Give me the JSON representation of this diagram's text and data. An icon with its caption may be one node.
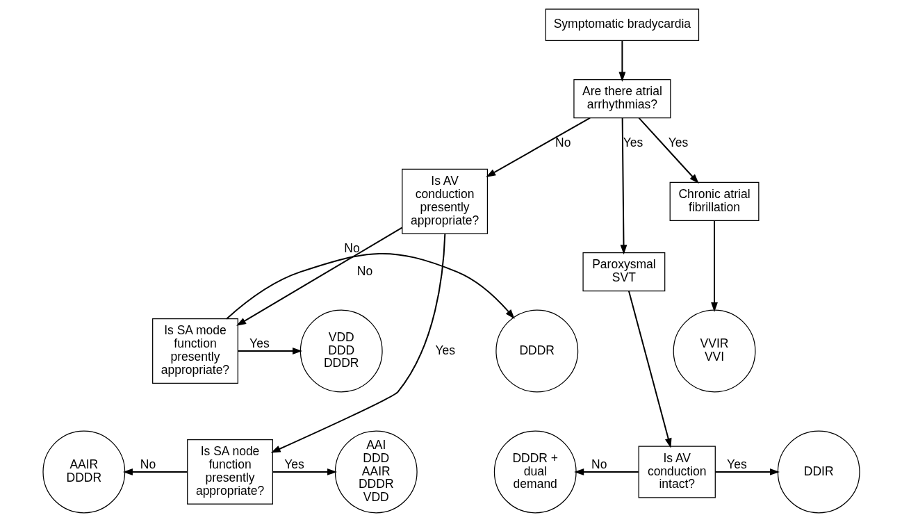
{
  "diagram": {
    "nodes": [
      {
        "text": [
          "Symptomatic bradycardia"
        ]
      },
      {
        "text": [
          "Are there atrial arrhythmias?"
        ]
      },
      {
        "text": [
          "Is AV conduction presently appropriate?"
        ]
      },
      {
        "text": [
          "Paroxysmal SVT"
        ]
      },
      {
        "text": [
          "Chronic atrial fibrillation"
        ]
      },
      {
        "text": [
          "Is SA mode function presently appropriate?"
        ]
      },
      {
        "text": [
          "DDDR"
        ]
      },
      {
        "text": [
          "VDD DDD DDDR"
        ]
      },
      {
        "text": [
          "VVIR VVI"
        ]
      },
      {
        "text": [
          "Is AV conduction intact?"
        ]
      },
      {
        "text": [
          "DDDR + dual demand"
        ]
      },
      {
        "text": [
          "DDIR"
        ]
      },
      {
        "text": [
          "Is SA node function presently appropriate?"
        ]
      },
      {
        "text": [
          "AAIR DDDR"
        ]
      },
      {
        "text": [
          "AAI DDD AAIR DDDR VDD"
        ]
      }
    ],
    "edges": [
      {
        "from": 0,
        "to": 1,
        "arrow": "to"
      },
      {
        "from": 1,
        "to": 2,
        "label": "No",
        "arrow": "to"
      },
      {
        "from": 1,
        "to": 3,
        "label": "Yes",
        "arrow": "to"
      },
      {
        "from": 1,
        "to": 4,
        "label": "Yes",
        "arrow": "to"
      },
      {
        "from": 2,
        "to": 5,
        "label": "No",
        "arrow": "to"
      },
      {
        "from": 2,
        "to": 12,
        "label": "Yes",
        "arrow": "to"
      },
      {
        "from": 5,
        "to": 6,
        "label": "No",
        "arrow": "to"
      },
      {
        "from": 5,
        "to": 7,
        "label": "Yes",
        "arrow": "to"
      },
      {
        "from": 4,
        "to": 8,
        "arrow": "to"
      },
      {
        "from": 3,
        "to": 9,
        "arrow": "to"
      },
      {
        "from": 9,
        "to": 10,
        "label": "No",
        "arrow": "to"
      },
      {
        "from": 9,
        "to": 11,
        "label": "Yes",
        "arrow": "to"
      },
      {
        "from": 12,
        "to": 13,
        "label": "No",
        "arrow": "to"
      },
      {
        "from": 12,
        "to": 14,
        "label": "Yes",
        "arrow": "to"
      }
    ]
  }
}
